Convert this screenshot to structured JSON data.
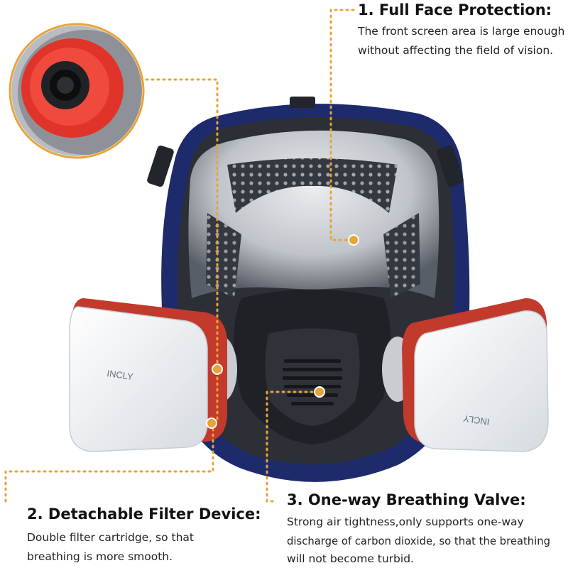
{
  "callouts": [
    {
      "title": "1. Full Face Protection:",
      "lines": [
        "The front screen area is large enough",
        "without affecting the field of vision."
      ]
    },
    {
      "title": "2. Detachable Filter Device:",
      "lines": [
        "Double filter cartridge, so that",
        "breathing is more smooth."
      ]
    },
    {
      "title": "3. One-way Breathing Valve:",
      "lines": [
        "Strong air tightness,only supports one-way",
        "discharge of carbon dioxide, so that the breathing",
        "will not become turbid."
      ]
    }
  ],
  "cartridge_labels": {
    "left_brand": "INCLY",
    "right_brand": "INCLY"
  },
  "colors": {
    "callout_line": "#e8a33a",
    "mask_frame": "#1d2a6b",
    "filter_red": "#c23a2c",
    "cartridge_white": "#eef1f4"
  }
}
